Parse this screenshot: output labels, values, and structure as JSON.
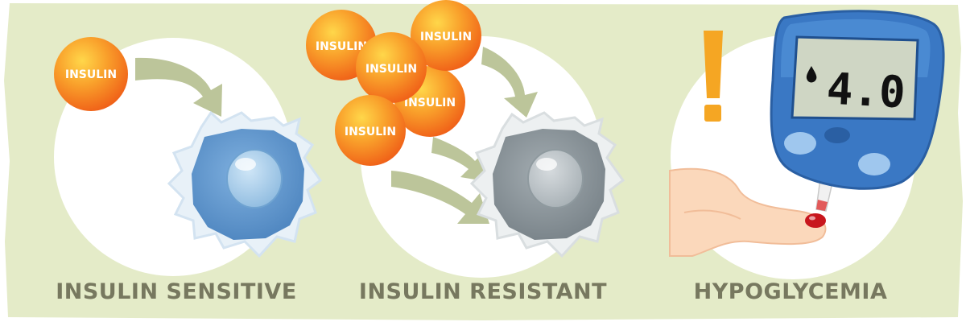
{
  "panels": [
    {
      "label": "INSULIN SENSITIVE"
    },
    {
      "label": "INSULIN RESISTANT"
    },
    {
      "label": "HYPOGLYCEMIA"
    }
  ],
  "insulin": {
    "label": "INSULIN",
    "count_sensitive": 1,
    "count_resistant": 5
  },
  "meter": {
    "reading": "4.0",
    "alert_symbol": "!"
  },
  "icons": [
    "insulin-ball",
    "cell-icon",
    "glucose-meter-icon",
    "exclamation-icon",
    "hand-icon",
    "blood-drop-icon",
    "arrow-icon"
  ],
  "colors": {
    "background": "#e4ebc8",
    "insulin_orange": "#f37321",
    "sensitive_cell": "#5f97cc",
    "resistant_cell": "#8a959b",
    "label_olive": "#77785f",
    "arrow": "#bcc59a",
    "meter_blue": "#3a78c4",
    "alert_yellow": "#f5a623"
  }
}
